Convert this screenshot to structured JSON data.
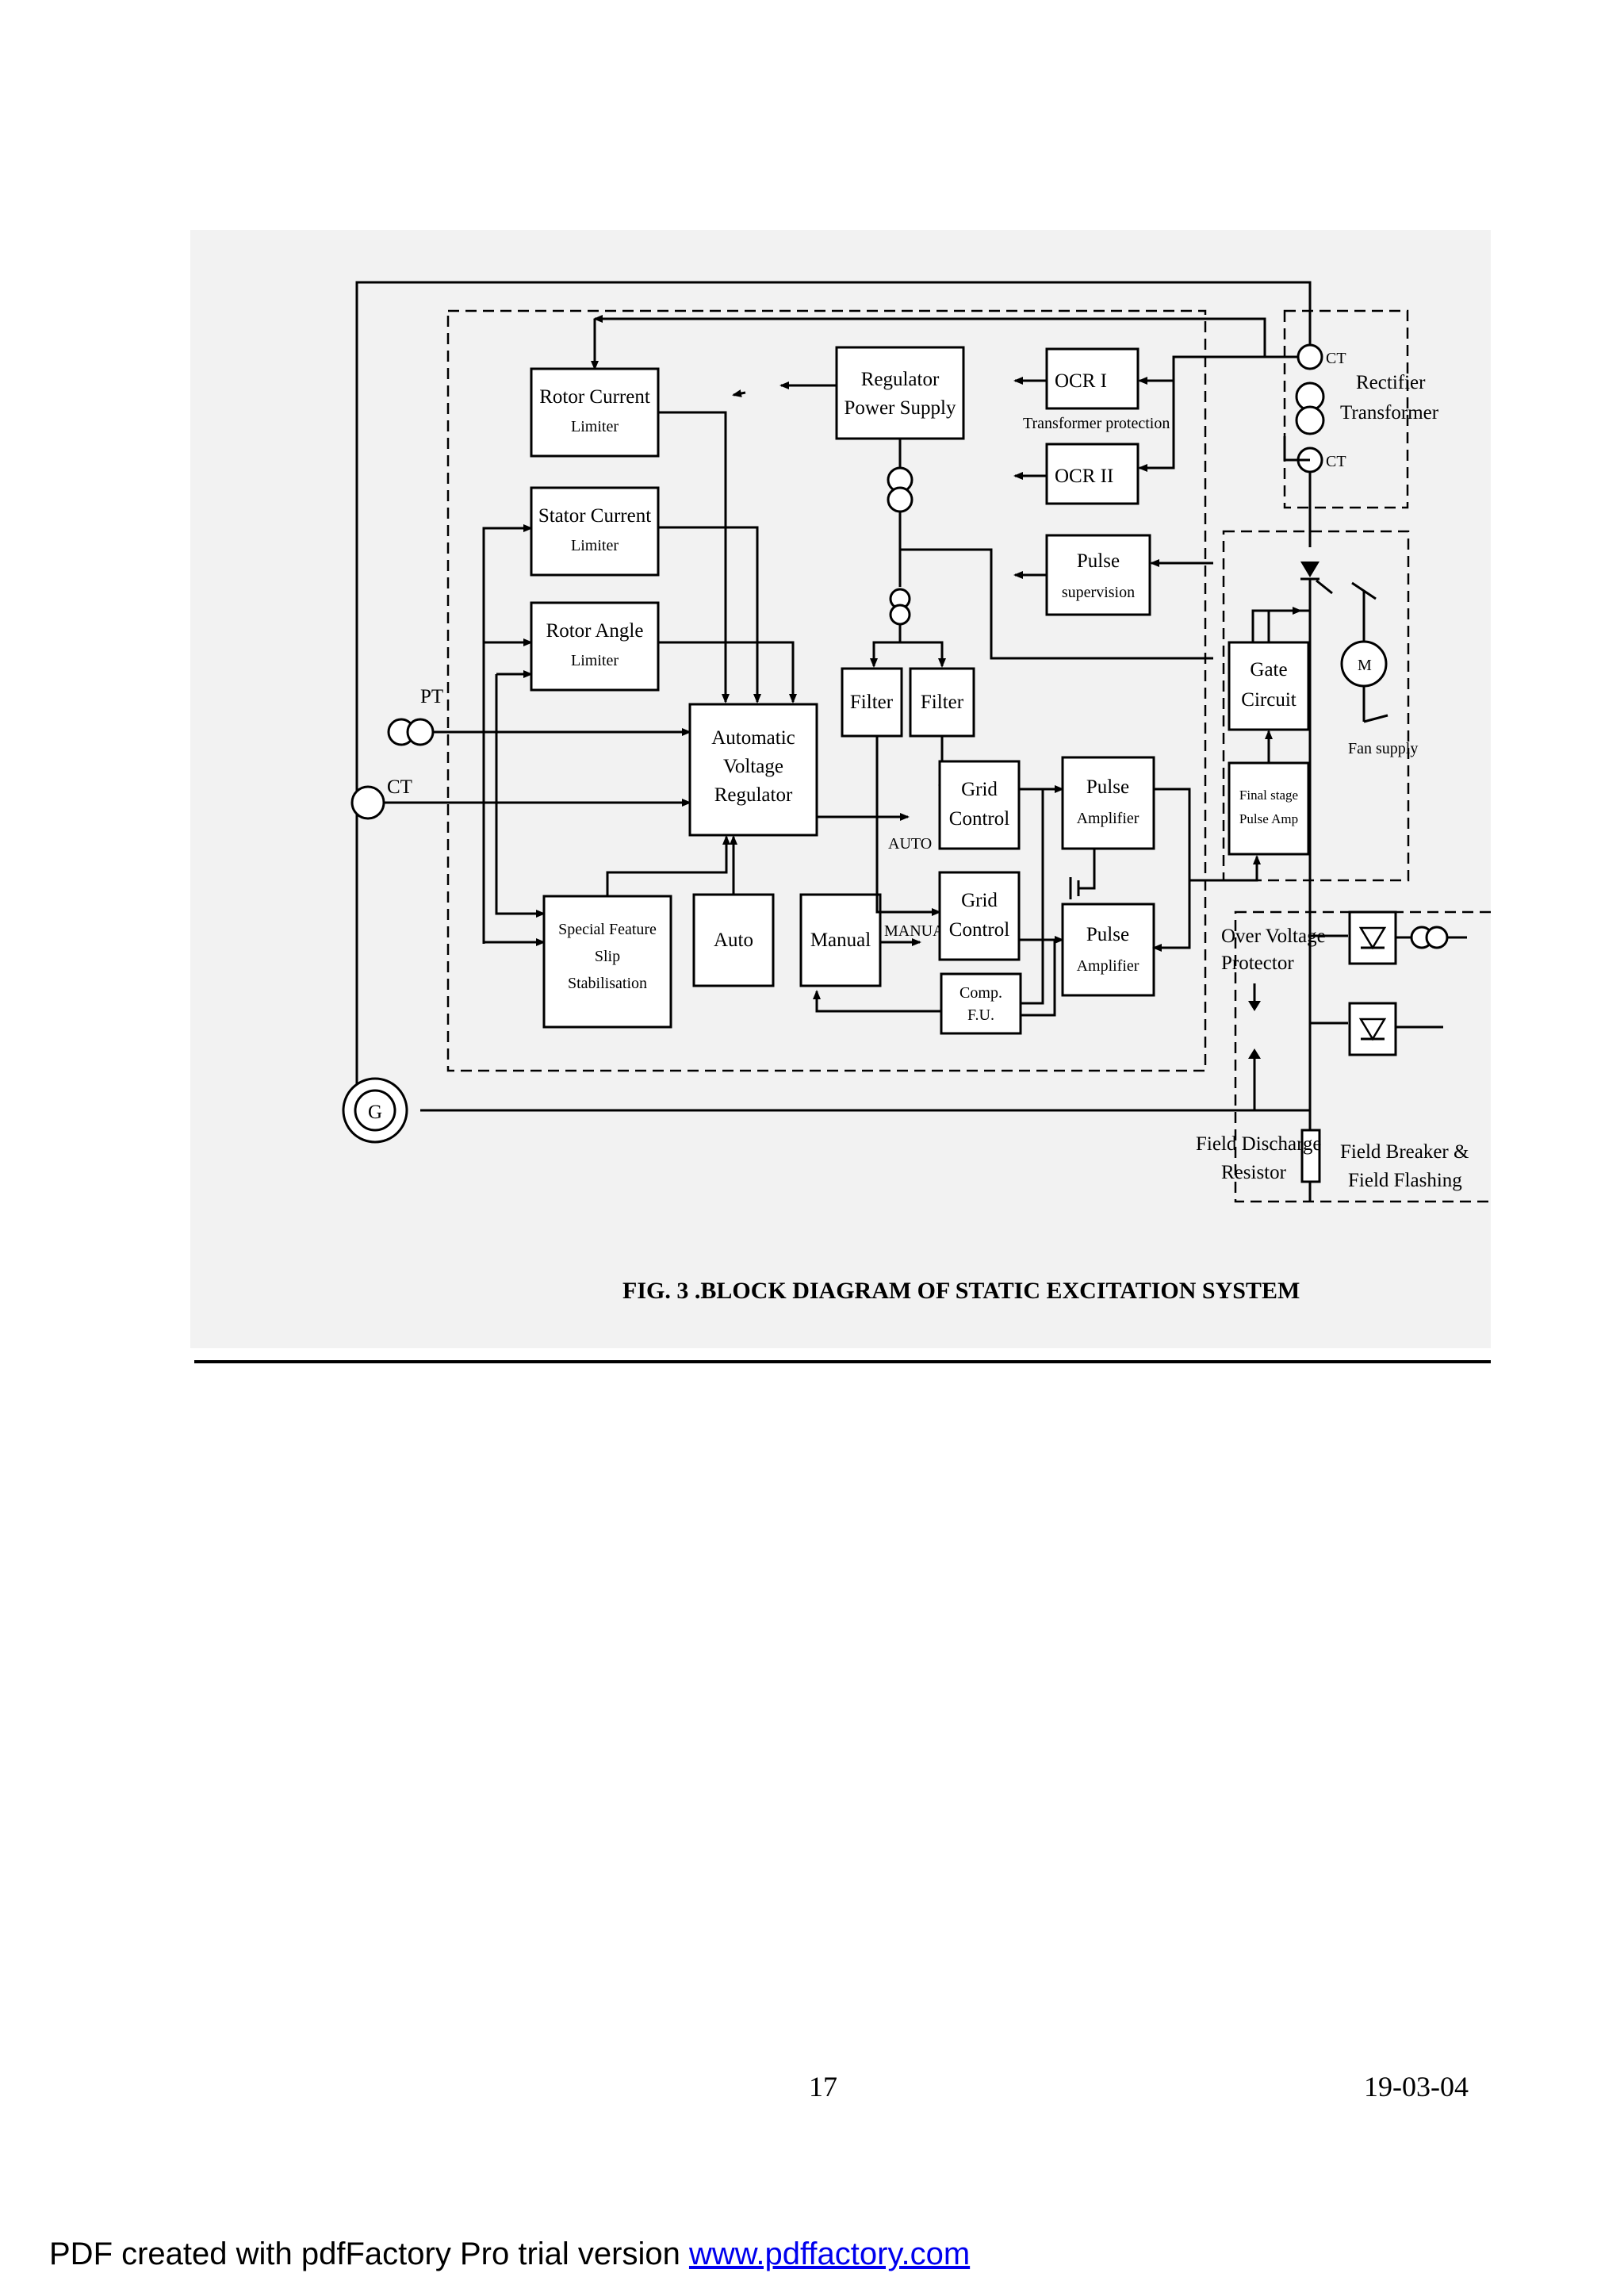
{
  "figure": {
    "caption": "FIG. 3 .BLOCK DIAGRAM OF STATIC EXCITATION SYSTEM",
    "blocks": {
      "rotor_current_limiter": [
        "Rotor Current",
        "Limiter"
      ],
      "stator_current_limiter": [
        "Stator Current",
        "Limiter"
      ],
      "rotor_angle_limiter": [
        "Rotor Angle",
        "Limiter"
      ],
      "regulator_power_supply": [
        "Regulator",
        "Power Supply"
      ],
      "ocr1": "OCR I",
      "ocr2": "OCR II",
      "pulse_supervision": [
        "Pulse",
        "supervision"
      ],
      "filter_left": "Filter",
      "filter_right": "Filter",
      "avr": [
        "Automatic",
        "Voltage",
        "Regulator"
      ],
      "grid_control_auto": [
        "Grid",
        "Control"
      ],
      "grid_control_manual": [
        "Grid",
        "Control"
      ],
      "pulse_amplifier_auto": [
        "Pulse",
        "Amplifier"
      ],
      "pulse_amplifier_manual": [
        "Pulse",
        "Amplifier"
      ],
      "special_feature": [
        "Special Feature",
        "Slip",
        "Stabilisation"
      ],
      "auto": "Auto",
      "manual": "Manual",
      "comp_fu": [
        "Comp.",
        "F.U."
      ],
      "gate_circuit": [
        "Gate",
        "Circuit"
      ],
      "final_stage": [
        "Final stage",
        "Pulse Amp"
      ]
    },
    "labels": {
      "transformer_protection": "Transformer protection",
      "rectifier_transformer": [
        "Rectifier",
        "Transformer"
      ],
      "ct_top": "CT",
      "ct_bottom": "CT",
      "pt": "PT",
      "ct_left": "CT",
      "auto_tag": "AUTO",
      "manual_tag": "MANUAL",
      "fan_supply": "Fan supply",
      "motor": "M",
      "over_voltage_protector": [
        "Over Voltage",
        "Protector"
      ],
      "field_discharge_resistor": [
        "Field Discharge",
        "Resistor"
      ],
      "field_breaker_flashing": [
        "Field Breaker &",
        "Field Flashing"
      ],
      "generator": "G"
    }
  },
  "footer": {
    "page_number": "17",
    "date": "19-03-04"
  },
  "banner": {
    "text": "PDF created with pdfFactory Pro trial version ",
    "link": "www.pdffactory.com"
  }
}
